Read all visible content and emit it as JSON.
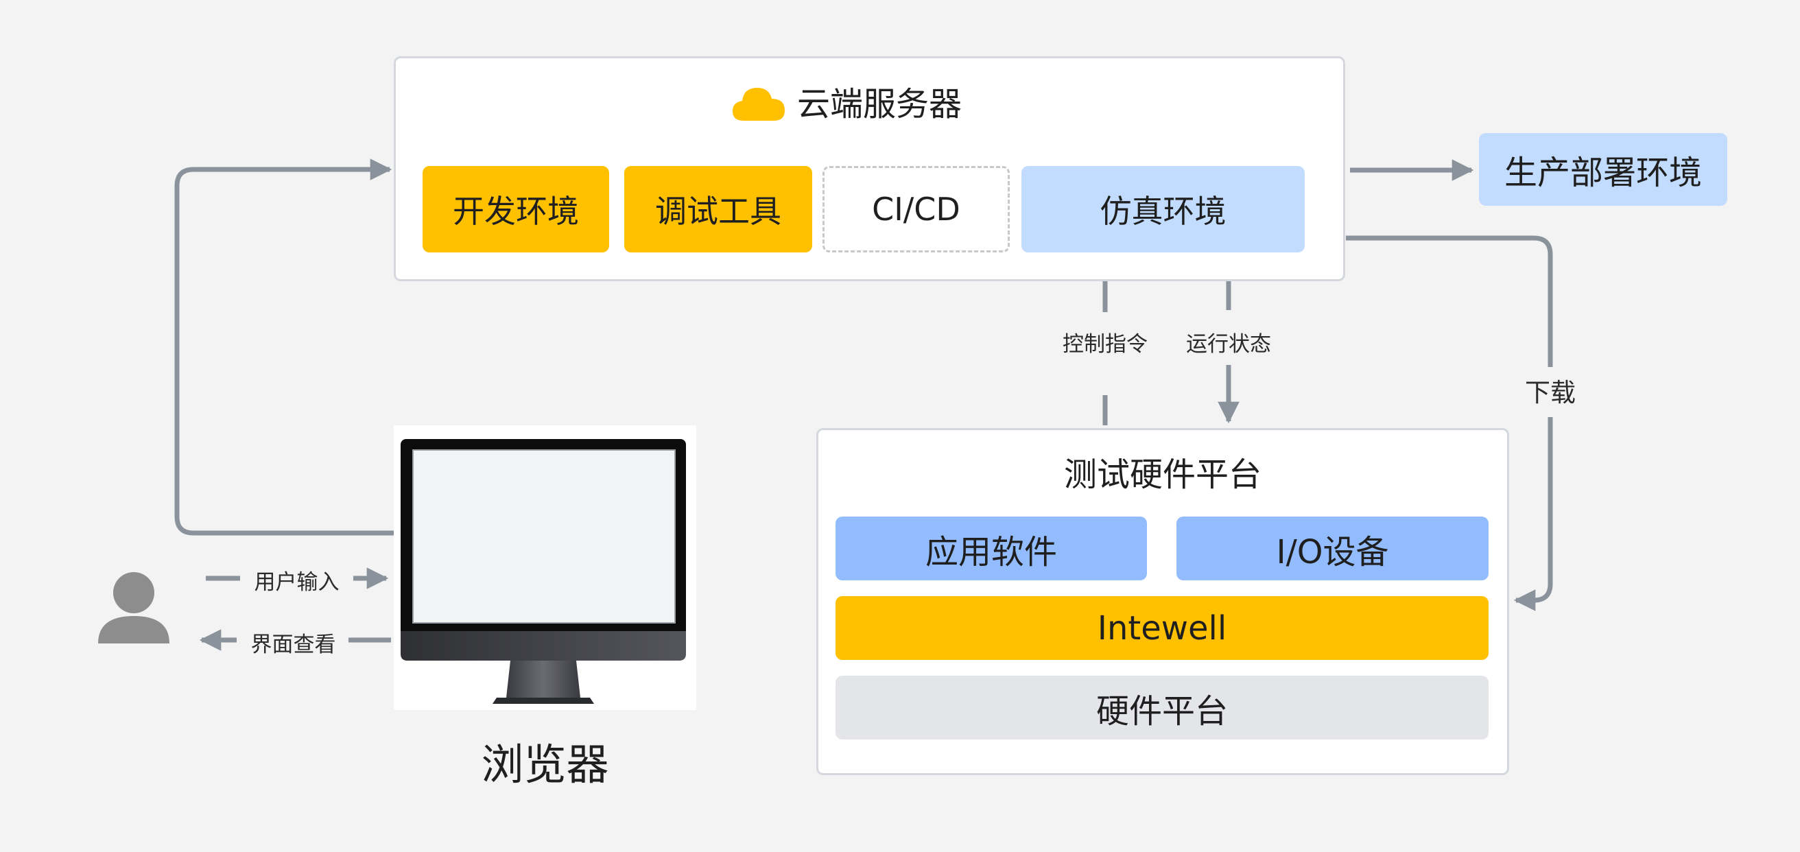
{
  "cloud": {
    "title": "云端服务器",
    "icon": "cloud-icon",
    "items": [
      "开发环境",
      "调试工具",
      "CI/CD",
      "仿真环境"
    ]
  },
  "production": {
    "label": "生产部署环境"
  },
  "hardware": {
    "title": "测试硬件平台",
    "items": [
      "应用软件",
      "I/O设备"
    ],
    "middleware": "Intewell",
    "base": "硬件平台"
  },
  "browser": {
    "label": "浏览器",
    "icon": "monitor-icon"
  },
  "user": {
    "icon": "user-icon"
  },
  "arrows": {
    "control": "控制指令",
    "status": "运行状态",
    "download": "下载",
    "user_input": "用户输入",
    "view_ui": "界面查看"
  },
  "colors": {
    "yellow": "#ffc000",
    "light_blue": "#c2dcff",
    "blue": "#93bcff",
    "grey": "#e4e5e8",
    "arrow": "#8a929c"
  }
}
